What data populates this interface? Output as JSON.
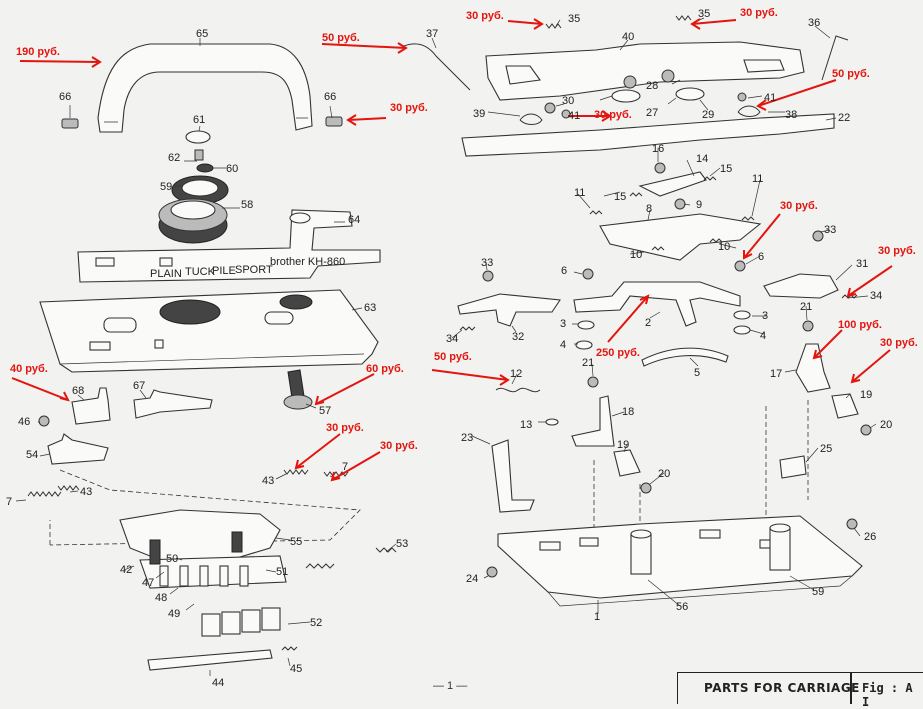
{
  "title": "PARTS FOR CARRIAGE",
  "figure": "Fig : A I",
  "page": "— 1 —",
  "part_numbers": {
    "p1": "1",
    "p2": "2",
    "p3a": "3",
    "p3b": "3",
    "p4a": "4",
    "p4b": "4",
    "p5": "5",
    "p6a": "6",
    "p6b": "6",
    "p7a": "7",
    "p7b": "7",
    "p8": "8",
    "p9": "9",
    "p10a": "10",
    "p10b": "10",
    "p11a": "11",
    "p11b": "11",
    "p12": "12",
    "p13": "13",
    "p14": "14",
    "p15a": "15",
    "p15b": "15",
    "p16": "16",
    "p17": "17",
    "p18": "18",
    "p19a": "19",
    "p19b": "19",
    "p20a": "20",
    "p20b": "20",
    "p21a": "21",
    "p21b": "21",
    "p22": "22",
    "p23": "23",
    "p24": "24",
    "p25": "25",
    "p26": "26",
    "p27": "27",
    "p28": "28",
    "p29": "29",
    "p30": "30",
    "p31": "31",
    "p32": "32",
    "p33a": "33",
    "p33b": "33",
    "p34a": "34",
    "p34b": "34",
    "p35a": "35",
    "p35b": "35",
    "p36": "36",
    "p37": "37",
    "p38": "38",
    "p39": "39",
    "p40": "40",
    "p41a": "41",
    "p41b": "41",
    "p42": "42",
    "p43a": "43",
    "p43b": "43",
    "p44": "44",
    "p45": "45",
    "p46": "46",
    "p47": "47",
    "p48": "48",
    "p49": "49",
    "p50": "50",
    "p51": "51",
    "p52": "52",
    "p53": "53",
    "p54": "54",
    "p55": "55",
    "p56": "56",
    "p57": "57",
    "p58": "58",
    "p59a": "59",
    "p59b": "59",
    "p60": "60",
    "p61": "61",
    "p62": "62",
    "p63": "63",
    "p64": "64",
    "p65": "65",
    "p66a": "66",
    "p66b": "66",
    "p67": "67",
    "p68": "68"
  },
  "prices": {
    "p190": "190 руб.",
    "p50_37": "50 руб.",
    "p30_35a": "30 руб.",
    "p30_35b": "30 руб.",
    "p50_38": "50 руб.",
    "p30_66": "30 руб.",
    "p30_30": "30 руб.",
    "p30_6": "30 руб.",
    "p30_34": "30 руб.",
    "p100_17": "100 руб.",
    "p30_19": "30 руб.",
    "p40_68": "40 руб.",
    "p60_57": "60 руб.",
    "p50_12": "50 руб.",
    "p250_2": "250 руб.",
    "p30_43": "30 руб.",
    "p30_7": "30 руб."
  },
  "plate_text": {
    "brand": "brother KH-860",
    "plain": "PLAIN",
    "tuck": "TUCK",
    "pile": "PILE",
    "sport": "SPORT"
  },
  "colors": {
    "price": "#e3150f",
    "ink": "#222222",
    "paper": "#f2f2f0"
  }
}
